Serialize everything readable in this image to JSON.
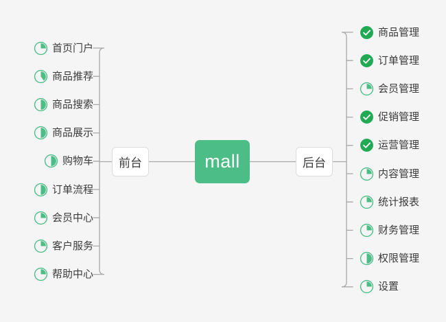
{
  "diagram": {
    "type": "mindmap",
    "background_color": "#f5f5f6",
    "accent_color": "#4dbd87",
    "edge_color": "#a8a8a8",
    "root": {
      "label": "mall",
      "fill_color": "#4dbd87",
      "text_color": "#ffffff"
    },
    "branches": [
      {
        "id": "frontend",
        "label": "前台",
        "side": "left",
        "leaves": [
          {
            "label": "首页门户",
            "icon": "pie-progress-icon",
            "progress": 25,
            "status": "in-progress"
          },
          {
            "label": "商品推荐",
            "icon": "pie-progress-icon",
            "progress": 40,
            "status": "in-progress"
          },
          {
            "label": "商品搜索",
            "icon": "pie-progress-icon",
            "progress": 50,
            "status": "in-progress"
          },
          {
            "label": "商品展示",
            "icon": "pie-progress-icon",
            "progress": 50,
            "status": "in-progress"
          },
          {
            "label": "购物车",
            "icon": "pie-progress-icon",
            "progress": 50,
            "status": "in-progress"
          },
          {
            "label": "订单流程",
            "icon": "pie-progress-icon",
            "progress": 50,
            "status": "in-progress"
          },
          {
            "label": "会员中心",
            "icon": "pie-progress-icon",
            "progress": 25,
            "status": "in-progress"
          },
          {
            "label": "客户服务",
            "icon": "pie-progress-icon",
            "progress": 25,
            "status": "in-progress"
          },
          {
            "label": "帮助中心",
            "icon": "pie-progress-icon",
            "progress": 25,
            "status": "in-progress"
          }
        ]
      },
      {
        "id": "backend",
        "label": "后台",
        "side": "right",
        "leaves": [
          {
            "label": "商品管理",
            "icon": "check-circle-icon",
            "progress": 100,
            "status": "done"
          },
          {
            "label": "订单管理",
            "icon": "check-circle-icon",
            "progress": 100,
            "status": "done"
          },
          {
            "label": "会员管理",
            "icon": "pie-progress-icon",
            "progress": 25,
            "status": "in-progress"
          },
          {
            "label": "促销管理",
            "icon": "check-circle-icon",
            "progress": 100,
            "status": "done"
          },
          {
            "label": "运营管理",
            "icon": "check-circle-icon",
            "progress": 100,
            "status": "done"
          },
          {
            "label": "内容管理",
            "icon": "pie-progress-icon",
            "progress": 25,
            "status": "in-progress"
          },
          {
            "label": "统计报表",
            "icon": "pie-progress-icon",
            "progress": 25,
            "status": "in-progress"
          },
          {
            "label": "财务管理",
            "icon": "pie-progress-icon",
            "progress": 25,
            "status": "in-progress"
          },
          {
            "label": "权限管理",
            "icon": "pie-progress-icon",
            "progress": 50,
            "status": "in-progress"
          },
          {
            "label": "设置",
            "icon": "pie-progress-icon",
            "progress": 25,
            "status": "in-progress"
          }
        ]
      }
    ]
  }
}
